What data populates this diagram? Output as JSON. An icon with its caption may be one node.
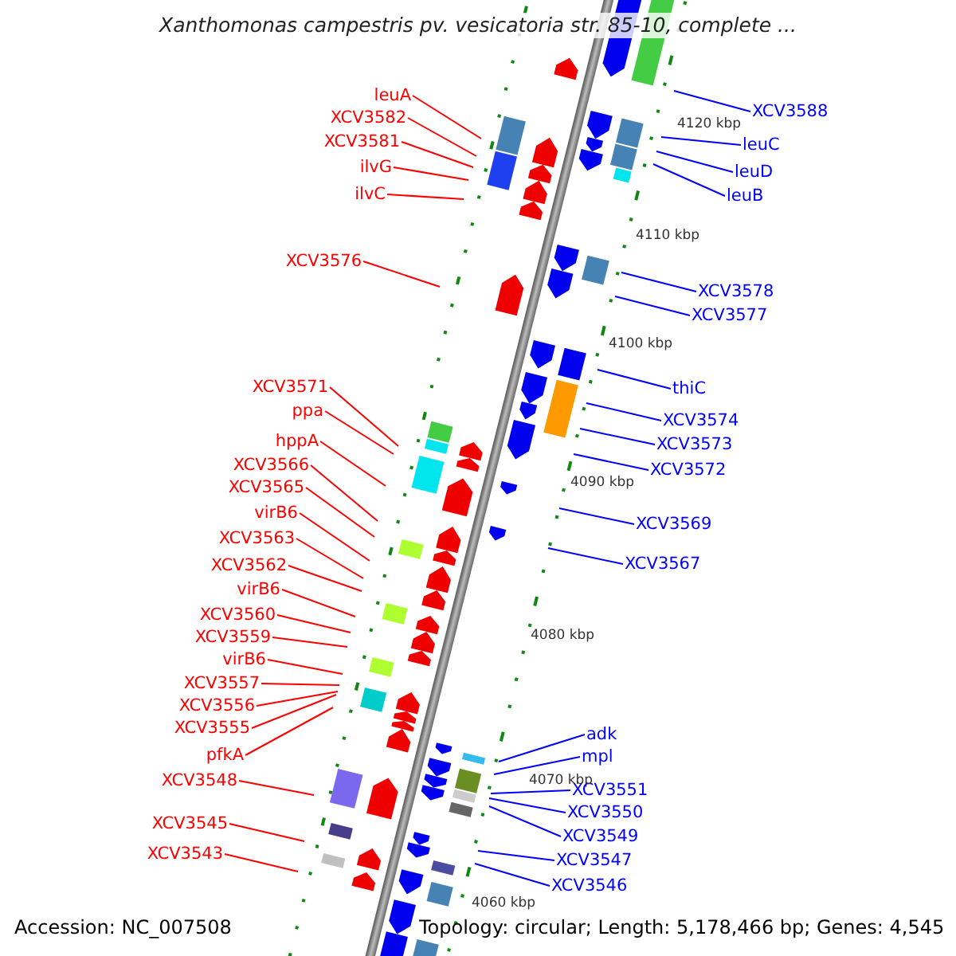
{
  "diagram": {
    "title": "Xanthomonas campestris pv. vesicatoria str. 85-10, complete ...",
    "nodes": [
      {
        "text": [
          "leuA"
        ]
      },
      {
        "text": [
          "XCV3582"
        ]
      },
      {
        "text": [
          "XCV3581"
        ]
      },
      {
        "text": [
          "ilvG"
        ]
      },
      {
        "text": [
          "ilvC"
        ]
      },
      {
        "text": [
          "XCV3576"
        ]
      },
      {
        "text": [
          "XCV3571"
        ]
      },
      {
        "text": [
          "ppa"
        ]
      },
      {
        "text": [
          "hppA"
        ]
      },
      {
        "text": [
          "XCV3566"
        ]
      },
      {
        "text": [
          "XCV3565"
        ]
      },
      {
        "text": [
          "virB6"
        ]
      },
      {
        "text": [
          "XCV3563"
        ]
      },
      {
        "text": [
          "XCV3562"
        ]
      },
      {
        "text": [
          "virB6"
        ]
      },
      {
        "text": [
          "XCV3560"
        ]
      },
      {
        "text": [
          "XCV3559"
        ]
      },
      {
        "text": [
          "virB6"
        ]
      },
      {
        "text": [
          "XCV3557"
        ]
      },
      {
        "text": [
          "XCV3556"
        ]
      },
      {
        "text": [
          "XCV3555"
        ]
      },
      {
        "text": [
          "pfkA"
        ]
      },
      {
        "text": [
          "XCV3548"
        ]
      },
      {
        "text": [
          "XCV3545"
        ]
      },
      {
        "text": [
          "XCV3543"
        ]
      },
      {
        "text": [
          "XCV3588"
        ]
      },
      {
        "text": [
          "leuC"
        ]
      },
      {
        "text": [
          "leuD"
        ]
      },
      {
        "text": [
          "leuB"
        ]
      },
      {
        "text": [
          "XCV3578"
        ]
      },
      {
        "text": [
          "XCV3577"
        ]
      },
      {
        "text": [
          "thiC"
        ]
      },
      {
        "text": [
          "XCV3574"
        ]
      },
      {
        "text": [
          "XCV3573"
        ]
      },
      {
        "text": [
          "XCV3572"
        ]
      },
      {
        "text": [
          "XCV3569"
        ]
      },
      {
        "text": [
          "XCV3567"
        ]
      },
      {
        "text": [
          "adk"
        ]
      },
      {
        "text": [
          "mpl"
        ]
      },
      {
        "text": [
          "XCV3551"
        ]
      },
      {
        "text": [
          "XCV3550"
        ]
      },
      {
        "text": [
          "XCV3549"
        ]
      },
      {
        "text": [
          "XCV3547"
        ]
      },
      {
        "text": [
          "XCV3546"
        ]
      }
    ],
    "edges": [
      {
        "from": 0,
        "to": null,
        "arrow": "none"
      },
      {
        "from": 1,
        "to": null,
        "arrow": "none"
      },
      {
        "from": 2,
        "to": null,
        "arrow": "none"
      },
      {
        "from": 3,
        "to": null,
        "arrow": "none"
      },
      {
        "from": 4,
        "to": null,
        "arrow": "none"
      },
      {
        "from": 5,
        "to": null,
        "arrow": "none"
      },
      {
        "from": 6,
        "to": null,
        "arrow": "none"
      },
      {
        "from": 7,
        "to": null,
        "arrow": "none"
      },
      {
        "from": 8,
        "to": null,
        "arrow": "none"
      },
      {
        "from": 9,
        "to": null,
        "arrow": "none"
      },
      {
        "from": 10,
        "to": null,
        "arrow": "none"
      },
      {
        "from": 11,
        "to": null,
        "arrow": "none"
      },
      {
        "from": 12,
        "to": null,
        "arrow": "none"
      },
      {
        "from": 13,
        "to": null,
        "arrow": "none"
      },
      {
        "from": 14,
        "to": null,
        "arrow": "none"
      },
      {
        "from": 15,
        "to": null,
        "arrow": "none"
      },
      {
        "from": 16,
        "to": null,
        "arrow": "none"
      },
      {
        "from": 17,
        "to": null,
        "arrow": "none"
      },
      {
        "from": 18,
        "to": null,
        "arrow": "none"
      },
      {
        "from": 19,
        "to": null,
        "arrow": "none"
      },
      {
        "from": 20,
        "to": null,
        "arrow": "none"
      },
      {
        "from": 21,
        "to": null,
        "arrow": "none"
      },
      {
        "from": 22,
        "to": null,
        "arrow": "none"
      },
      {
        "from": 23,
        "to": null,
        "arrow": "none"
      },
      {
        "from": 24,
        "to": null,
        "arrow": "none"
      },
      {
        "from": 25,
        "to": null,
        "arrow": "none",
        "color": "#0000ff"
      },
      {
        "from": 26,
        "to": null,
        "arrow": "none",
        "color": "#0000ff"
      },
      {
        "from": 27,
        "to": null,
        "arrow": "none",
        "color": "#0000ff"
      },
      {
        "from": 28,
        "to": null,
        "arrow": "none",
        "color": "#0000ff"
      },
      {
        "from": 29,
        "to": null,
        "arrow": "none",
        "color": "#0000ff"
      },
      {
        "from": 30,
        "to": null,
        "arrow": "none",
        "color": "#0000ff"
      },
      {
        "from": 31,
        "to": null,
        "arrow": "none",
        "color": "#0000ff"
      },
      {
        "from": 32,
        "to": null,
        "arrow": "none",
        "color": "#0000ff"
      },
      {
        "from": 33,
        "to": null,
        "arrow": "none",
        "color": "#0000ff"
      },
      {
        "from": 34,
        "to": null,
        "arrow": "none",
        "color": "#0000ff"
      },
      {
        "from": 35,
        "to": null,
        "arrow": "none",
        "color": "#0000ff"
      },
      {
        "from": 36,
        "to": null,
        "arrow": "none",
        "color": "#0000ff"
      },
      {
        "from": 37,
        "to": null,
        "arrow": "none",
        "color": "#0000ff"
      },
      {
        "from": 38,
        "to": null,
        "arrow": "none",
        "color": "#0000ff"
      },
      {
        "from": 39,
        "to": null,
        "arrow": "none",
        "color": "#0000ff"
      },
      {
        "from": 40,
        "to": null,
        "arrow": "none",
        "color": "#0000ff"
      },
      {
        "from": 41,
        "to": null,
        "arrow": "none",
        "color": "#0000ff"
      },
      {
        "from": 42,
        "to": null,
        "arrow": "none",
        "color": "#0000ff"
      },
      {
        "from": 43,
        "to": null,
        "arrow": "none",
        "color": "#0000ff"
      }
    ],
    "labels": [
      "4120 kbp",
      "4110 kbp",
      "4100 kbp",
      "4090 kbp",
      "4080 kbp",
      "4070 kbp",
      "4060 kbp",
      "Accession: NC_007508",
      "Topology: circular; Length: 5,178,466 bp; Genes: 4,545"
    ]
  }
}
